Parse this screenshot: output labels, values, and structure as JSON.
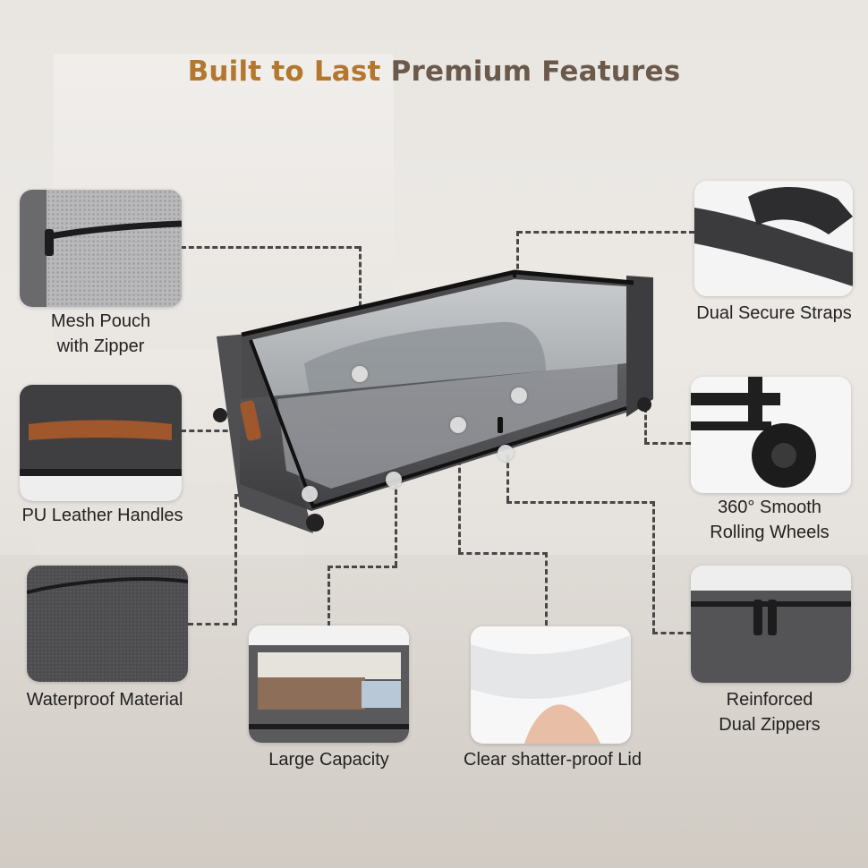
{
  "title": {
    "part1": "Built to Last",
    "part2": "Premium Features"
  },
  "features": {
    "mesh_pouch": {
      "line1": "Mesh Pouch",
      "line2": "with Zipper"
    },
    "straps": {
      "label": "Dual Secure Straps"
    },
    "handles": {
      "label": "PU Leather Handles"
    },
    "wheels": {
      "line1": "360° Smooth",
      "line2": "Rolling Wheels"
    },
    "waterproof": {
      "label": "Waterproof Material"
    },
    "zippers": {
      "line1": "Reinforced",
      "line2": "Dual Zippers"
    },
    "capacity": {
      "label": "Large Capacity"
    },
    "lid": {
      "label": "Clear shatter-proof Lid"
    }
  },
  "colors": {
    "title_accent": "#b4772e",
    "title_main": "#6b5a4b",
    "fabric": "#4a4a4d",
    "leather": "#a0572b"
  }
}
